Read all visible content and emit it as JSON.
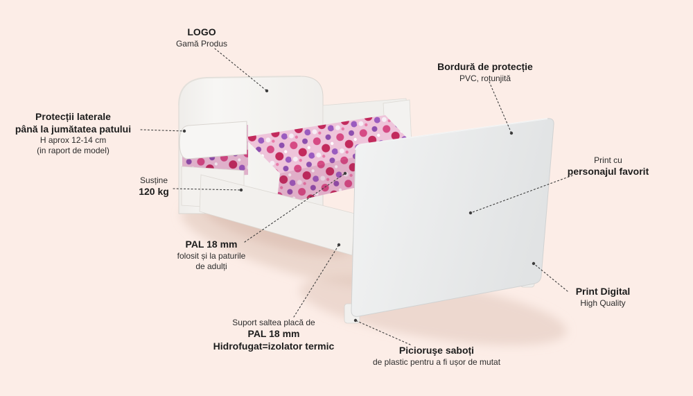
{
  "colors": {
    "background": "#fcede7",
    "text": "#222222",
    "bed_white": "#f5f4f2",
    "footboard_grey": "#e8eaea",
    "mattress_pink": "#d64a84",
    "mattress_purple": "#8d4fae"
  },
  "annotations": {
    "logo": {
      "lines": [
        "LOGO",
        "Gamă Produs"
      ]
    },
    "bordura": {
      "lines": [
        "Bordură de protecție",
        "PVC, rotunjită"
      ]
    },
    "protectii": {
      "lines": [
        "Protecții laterale",
        "până la jumătatea patului",
        "H aprox 12-14 cm",
        "(in raport de model)"
      ]
    },
    "sustine": {
      "lines": [
        "Susține",
        "120 kg"
      ]
    },
    "print_cu": {
      "lines": [
        "Print cu",
        "personajul favorit"
      ]
    },
    "pal": {
      "lines": [
        "PAL 18 mm",
        "folosit și la paturile",
        "de adulți"
      ]
    },
    "suport": {
      "lines": [
        "Suport saltea placă de",
        "PAL 18 mm",
        "Hidrofugat=izolator termic"
      ]
    },
    "print_digital": {
      "lines": [
        "Print Digital",
        "High Quality"
      ]
    },
    "picioruse": {
      "lines": [
        "Picioruşe saboți",
        "de plastic pentru a fi ușor de mutat"
      ]
    }
  }
}
